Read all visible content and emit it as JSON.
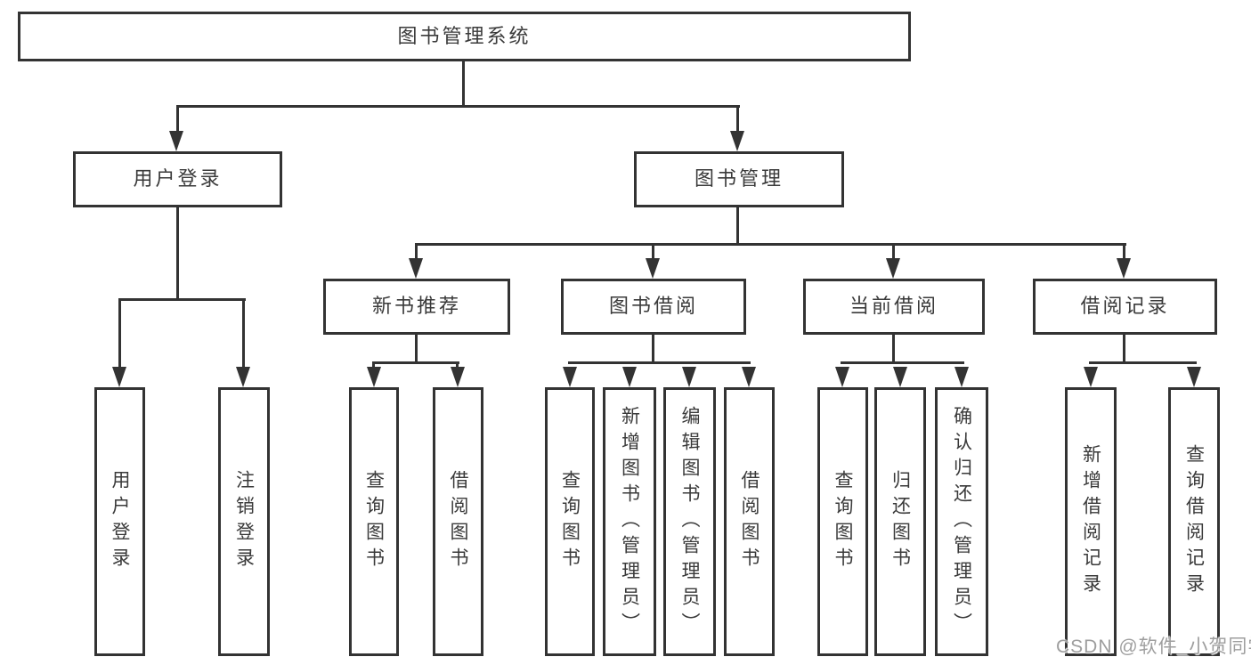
{
  "diagram_title": "图书管理系统",
  "colors": {
    "line": "#333333",
    "text": "#3a3a3a",
    "box_background": "#ffffff",
    "watermark": "#9e9e9e"
  },
  "tree": {
    "label": "图书管理系统",
    "children": [
      {
        "label": "用户登录",
        "children": [
          {
            "label": "用户登录"
          },
          {
            "label": "注销登录"
          }
        ]
      },
      {
        "label": "图书管理",
        "children": [
          {
            "label": "新书推荐",
            "children": [
              {
                "label": "查询图书"
              },
              {
                "label": "借阅图书"
              }
            ]
          },
          {
            "label": "图书借阅",
            "children": [
              {
                "label": "查询图书"
              },
              {
                "label": "新增图书（管理员）"
              },
              {
                "label": "编辑图书（管理员）"
              },
              {
                "label": "借阅图书"
              }
            ]
          },
          {
            "label": "当前借阅",
            "children": [
              {
                "label": "查询图书"
              },
              {
                "label": "归还图书"
              },
              {
                "label": "确认归还（管理员）"
              }
            ]
          },
          {
            "label": "借阅记录",
            "children": [
              {
                "label": "新增借阅记录"
              },
              {
                "label": "查询借阅记录"
              }
            ]
          }
        ]
      }
    ]
  },
  "watermark": {
    "text": "CSDN @软件_小贺同学"
  }
}
